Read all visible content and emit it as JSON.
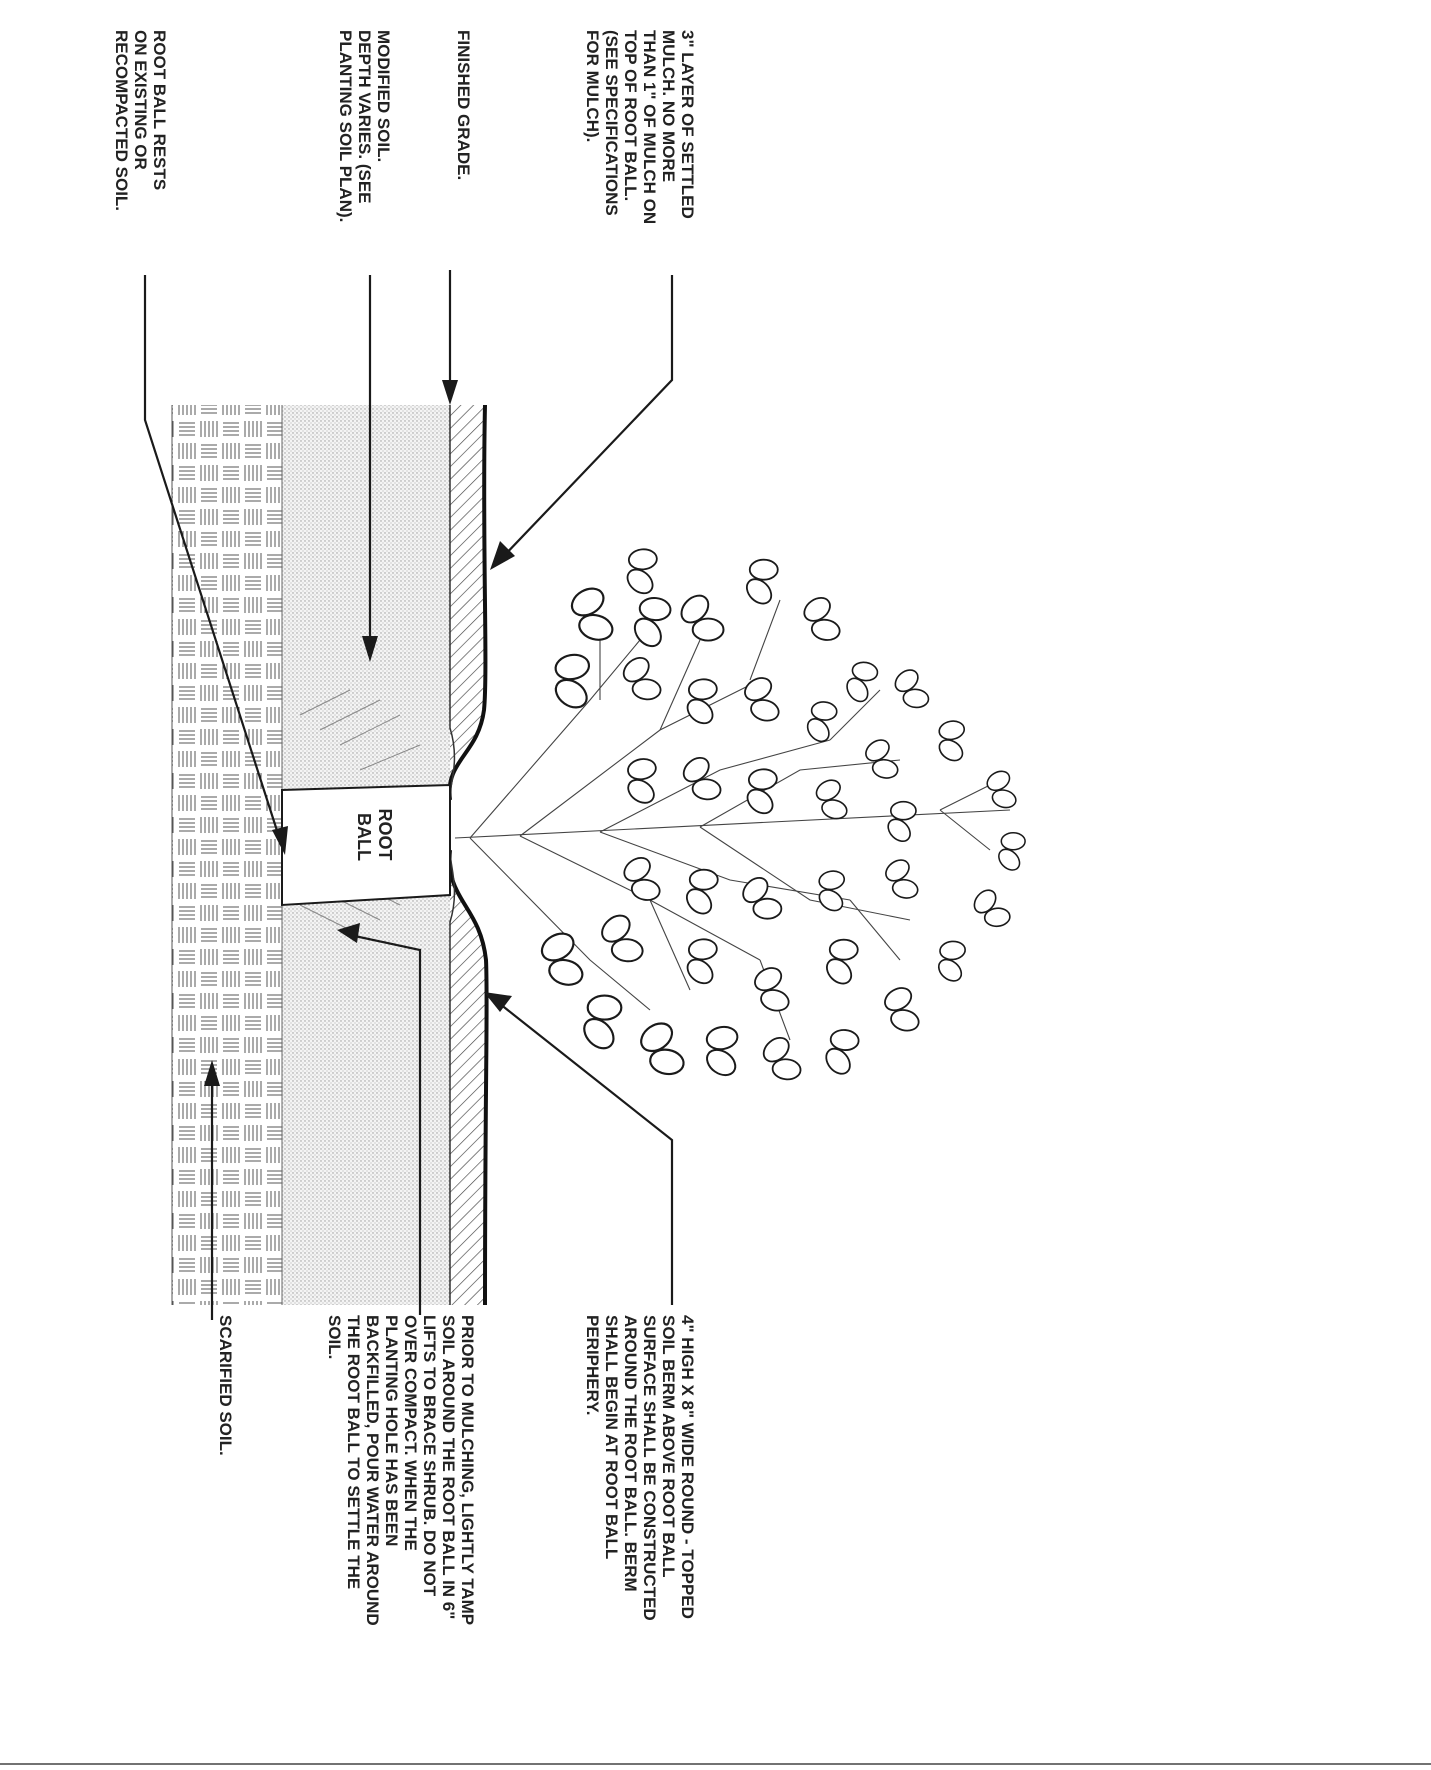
{
  "root_ball": {
    "line1": "ROOT",
    "line2": "BALL"
  },
  "notes": {
    "mulch": [
      "3\" LAYER OF SETTLED",
      "MULCH. NO MORE",
      "THAN 1\" OF MULCH ON",
      "TOP OF ROOT BALL.",
      "(SEE SPECIFICATIONS",
      "FOR MULCH)."
    ],
    "finished_grade": [
      "FINISHED GRADE."
    ],
    "modified_soil": [
      "MODIFIED SOIL.",
      "DEPTH VARIES. (SEE",
      "PLANTING SOIL PLAN)."
    ],
    "root_ball_rests": [
      "ROOT BALL RESTS",
      "ON EXISTING OR",
      "RECOMPACTED SOIL."
    ],
    "berm": [
      "4\" HIGH X 8\" WIDE ROUND - TOPPED",
      "SOIL BERM ABOVE ROOT BALL",
      "SURFACE SHALL BE CONSTRUCTED",
      "AROUND THE ROOT BALL. BERM",
      "SHALL BEGIN AT ROOT BALL",
      "PERIPHERY."
    ],
    "backfill": [
      "PRIOR TO MULCHING, LIGHTLY TAMP",
      "SOIL AROUND THE ROOT BALL IN 6\"",
      "LIFTS TO BRACE SHRUB. DO NOT",
      "OVER COMPACT. WHEN THE",
      "PLANTING HOLE HAS BEEN",
      "BACKFILLED, POUR WATER AROUND",
      "THE ROOT BALL TO SETTLE THE",
      "SOIL."
    ],
    "scarified": [
      "SCARIFIED SOIL."
    ]
  }
}
